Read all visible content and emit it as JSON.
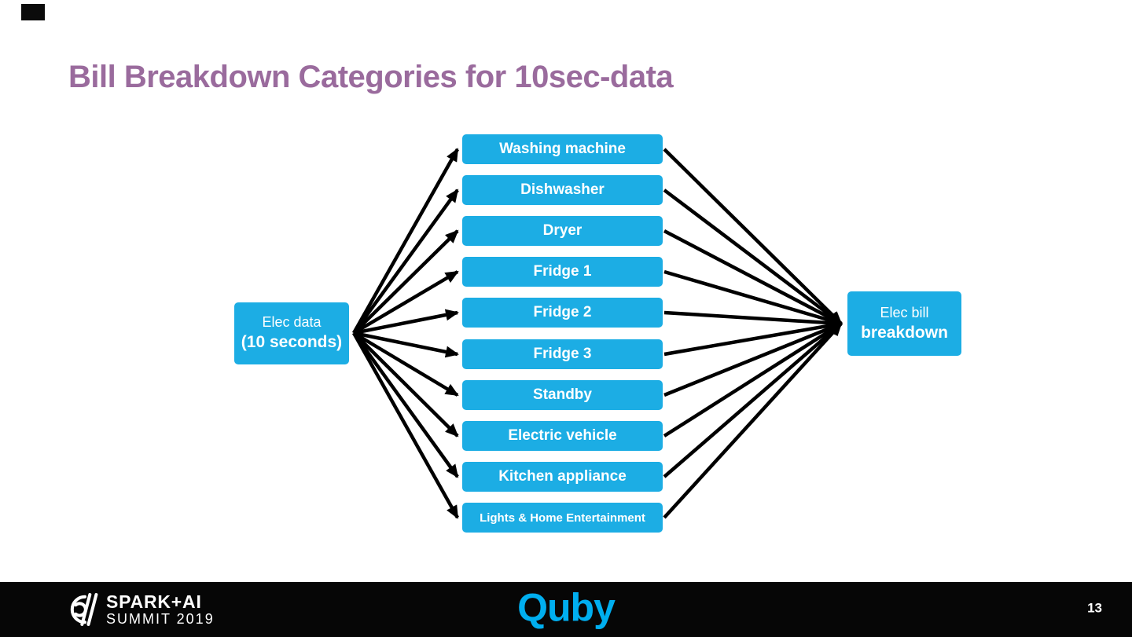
{
  "slide": {
    "title": "Bill Breakdown Categories for 10sec-data",
    "page_number": "13"
  },
  "diagram": {
    "source": {
      "line1": "Elec data",
      "line2": "(10 seconds)"
    },
    "categories": [
      "Washing machine",
      "Dishwasher",
      "Dryer",
      "Fridge 1",
      "Fridge 2",
      "Fridge 3",
      "Standby",
      "Electric vehicle",
      "Kitchen appliance",
      "Lights & Home Entertainment"
    ],
    "target": {
      "line1": "Elec bill",
      "line2": "breakdown"
    }
  },
  "footer": {
    "conference_logo": {
      "line1": "SPARK+AI",
      "line2": "SUMMIT 2019"
    },
    "company_logo": "Quby"
  },
  "colors": {
    "node_fill": "#1CADE4",
    "title_text": "#9A6B9D",
    "arrow": "#000000",
    "quby_logo": "#00AEEF",
    "footer_bg": "#060606"
  }
}
